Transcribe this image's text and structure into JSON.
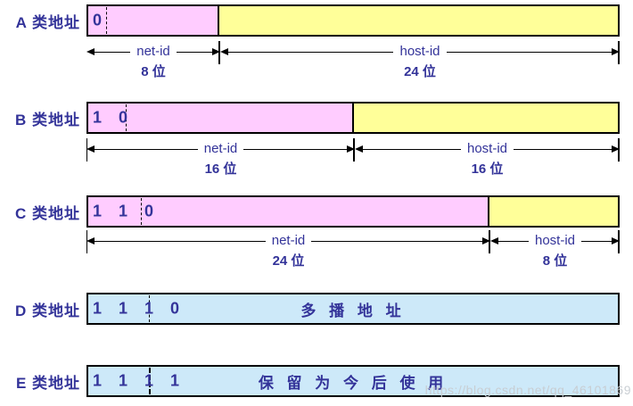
{
  "diagram": {
    "type": "ip-address-class-structure",
    "colors": {
      "net_id_fill": "#FFCCFF",
      "host_id_fill": "#FFFF99",
      "reserved_fill": "#CDE9F9",
      "text_navy": "#333399",
      "line_black": "#000000",
      "watermark_gray": "#C8CDD2",
      "background": "#FFFFFF"
    },
    "rows": [
      {
        "label": "A 类地址",
        "prefix": "0",
        "net": {
          "label": "net-id",
          "bits": "8 位"
        },
        "host": {
          "label": "host-id",
          "bits": "24 位"
        }
      },
      {
        "label": "B 类地址",
        "prefix": "10",
        "net": {
          "label": "net-id",
          "bits": "16 位"
        },
        "host": {
          "label": "host-id",
          "bits": "16 位"
        }
      },
      {
        "label": "C 类地址",
        "prefix": "110",
        "net": {
          "label": "net-id",
          "bits": "24 位"
        },
        "host": {
          "label": "host-id",
          "bits": "8 位"
        }
      },
      {
        "label": "D 类地址",
        "prefix": "1110",
        "body": "多 播 地 址"
      },
      {
        "label": "E 类地址",
        "prefix": "1111",
        "body": "保 留 为 今 后 使 用"
      }
    ],
    "watermark": "https://blog.csdn.net/qq_46101869"
  }
}
